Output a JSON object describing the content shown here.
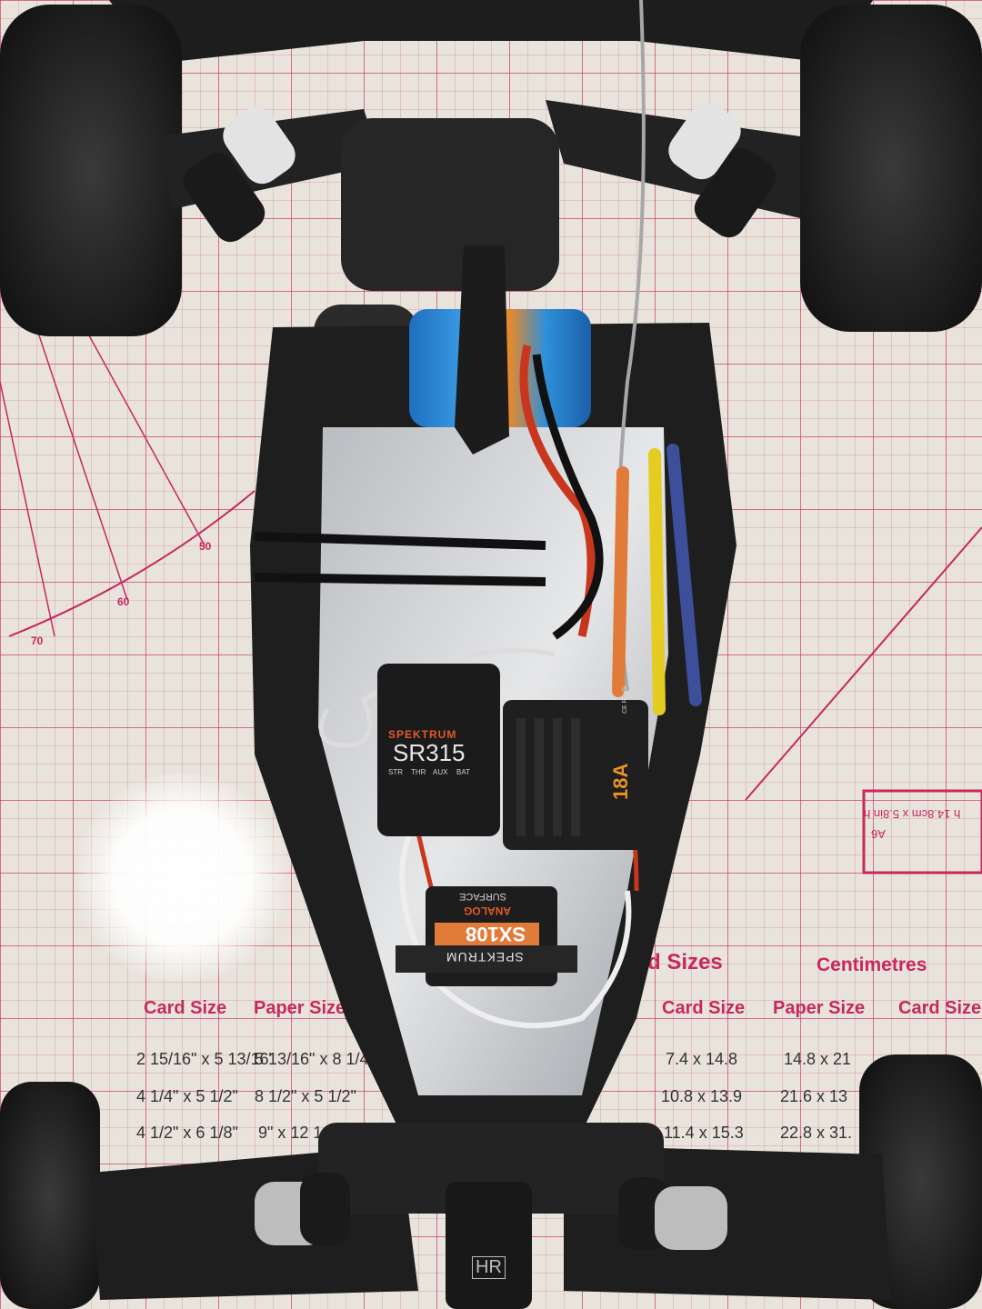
{
  "mat": {
    "headers": [
      "Card Size",
      "Paper Size",
      "Card Size",
      "Paper Size",
      "Card Size"
    ],
    "section_right_title": "Centimetres",
    "section_mid_title": "d Sizes",
    "inch_rows": [
      [
        "2 15/16\" x 5 13/16\"",
        "5 13/16\" x 8 1/4\""
      ],
      [
        "4 1/4\" x 5 1/2\"",
        "8 1/2\" x 5 1/2\""
      ],
      [
        "4 1/2\" x 6 1/8\"",
        "9\" x 12 1"
      ]
    ],
    "cm_rows": [
      [
        "7.4 x 14.8",
        "14.8 x 21"
      ],
      [
        "10.8 x 13.9",
        "21.6 x 13"
      ],
      [
        "11.4 x 15.3",
        "22.8 x 31."
      ]
    ],
    "a6_label": "A6",
    "a6_dims": "h 14.8cm x 5.8in h",
    "protractor_degrees": [
      "50",
      "60",
      "70"
    ]
  },
  "receiver": {
    "brand": "SPEKTRUM",
    "model": "SR315",
    "ports": [
      "STR",
      "THR",
      "AUX",
      "BAT"
    ]
  },
  "esc": {
    "rating": "18A",
    "marks": "CE RoHS"
  },
  "servo": {
    "brand": "SPEKTRUM",
    "model": "SX108",
    "type": "ANALOG",
    "use": "SURFACE"
  },
  "chassis_logo": "HR"
}
